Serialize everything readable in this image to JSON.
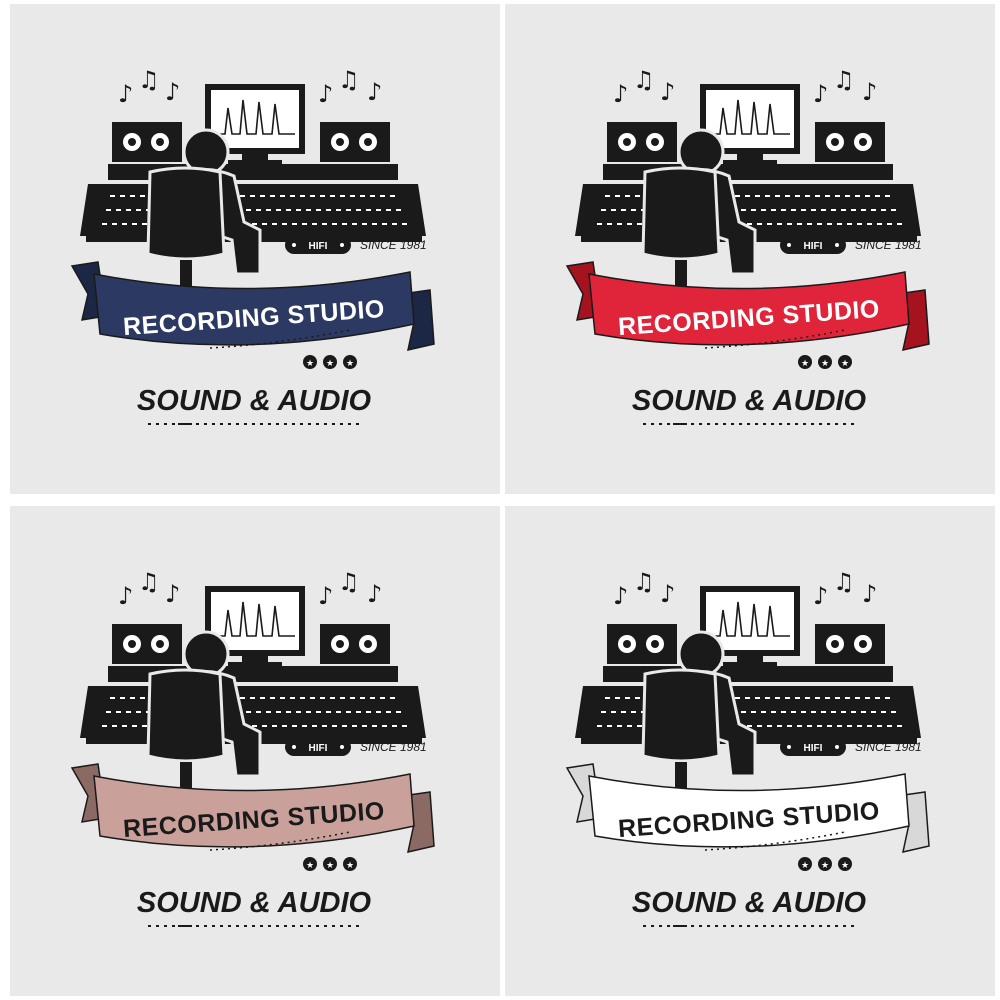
{
  "logos": [
    {
      "variant": "navy",
      "ribbon_text": "RECORDING STUDIO",
      "hifi_label": "HIFI",
      "since_label": "SINCE 1981",
      "tagline": "SOUND & AUDIO",
      "ribbon_fill": "#2c3a63",
      "ribbon_fold": "#1c2745",
      "ribbon_text_color": "#ffffff"
    },
    {
      "variant": "red",
      "ribbon_text": "RECORDING STUDIO",
      "hifi_label": "HIFI",
      "since_label": "SINCE 1981",
      "tagline": "SOUND & AUDIO",
      "ribbon_fill": "#e0243a",
      "ribbon_fold": "#a5131f",
      "ribbon_text_color": "#ffffff"
    },
    {
      "variant": "rose",
      "ribbon_text": "RECORDING STUDIO",
      "hifi_label": "HIFI",
      "since_label": "SINCE 1981",
      "tagline": "SOUND & AUDIO",
      "ribbon_fill": "#c9a19a",
      "ribbon_fold": "#8c6a64",
      "ribbon_text_color": "#1a1a1a"
    },
    {
      "variant": "outline",
      "ribbon_text": "RECORDING STUDIO",
      "hifi_label": "HIFI",
      "since_label": "SINCE 1981",
      "tagline": "SOUND & AUDIO",
      "ribbon_fill": "#ffffff",
      "ribbon_fold": "#d8d8d8",
      "ribbon_text_color": "#1a1a1a"
    }
  ],
  "stock_id": "243128560",
  "colors": {
    "background": "#e9e9e9",
    "ink": "#1a1a1a"
  },
  "icons": [
    "music-note-icon",
    "monitor-icon",
    "speaker-icon",
    "mixing-console-icon",
    "chair-icon",
    "person-icon",
    "star-icon"
  ]
}
